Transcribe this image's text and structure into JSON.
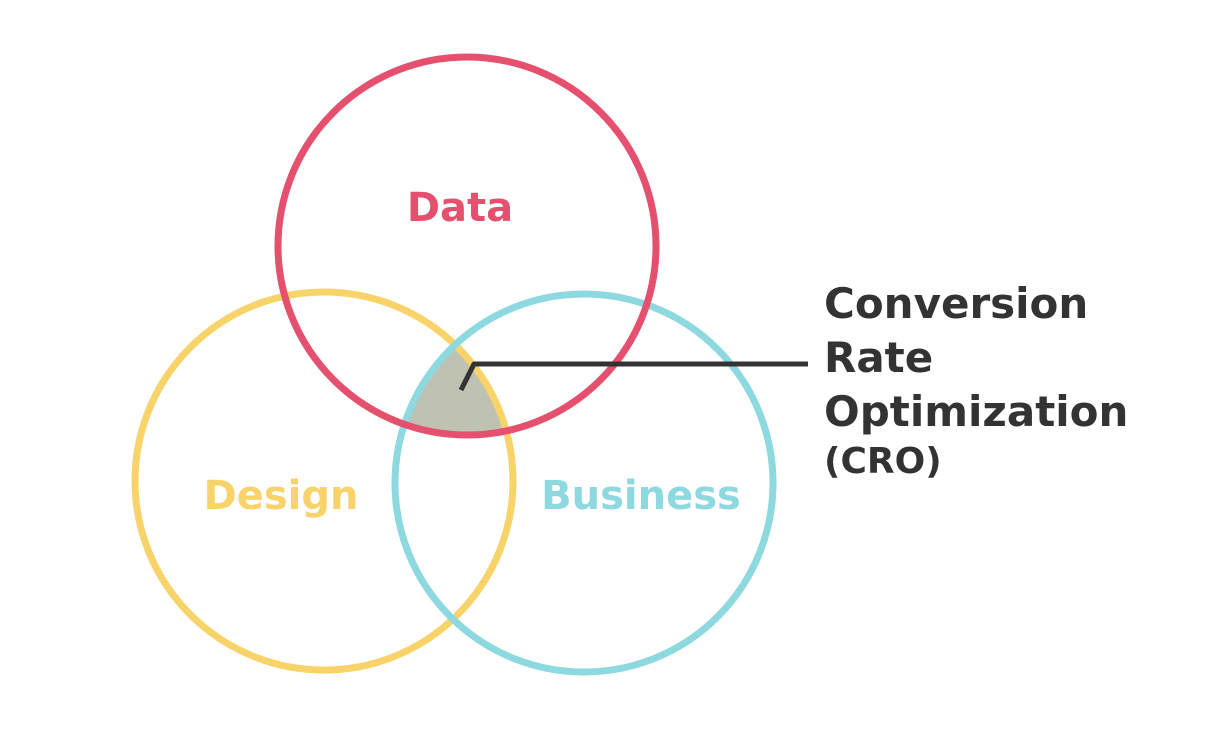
{
  "diagram": {
    "sets": [
      {
        "id": "data",
        "label": "Data",
        "color": "#e5506e"
      },
      {
        "id": "design",
        "label": "Design",
        "color": "#f8d36a"
      },
      {
        "id": "business",
        "label": "Business",
        "color": "#8dd9df"
      }
    ],
    "intersection": {
      "color": "#bfc1b1"
    },
    "callout": {
      "lines": [
        "Conversion",
        "Rate",
        "Optimization",
        "(CRO)"
      ],
      "color": "#333333"
    }
  }
}
